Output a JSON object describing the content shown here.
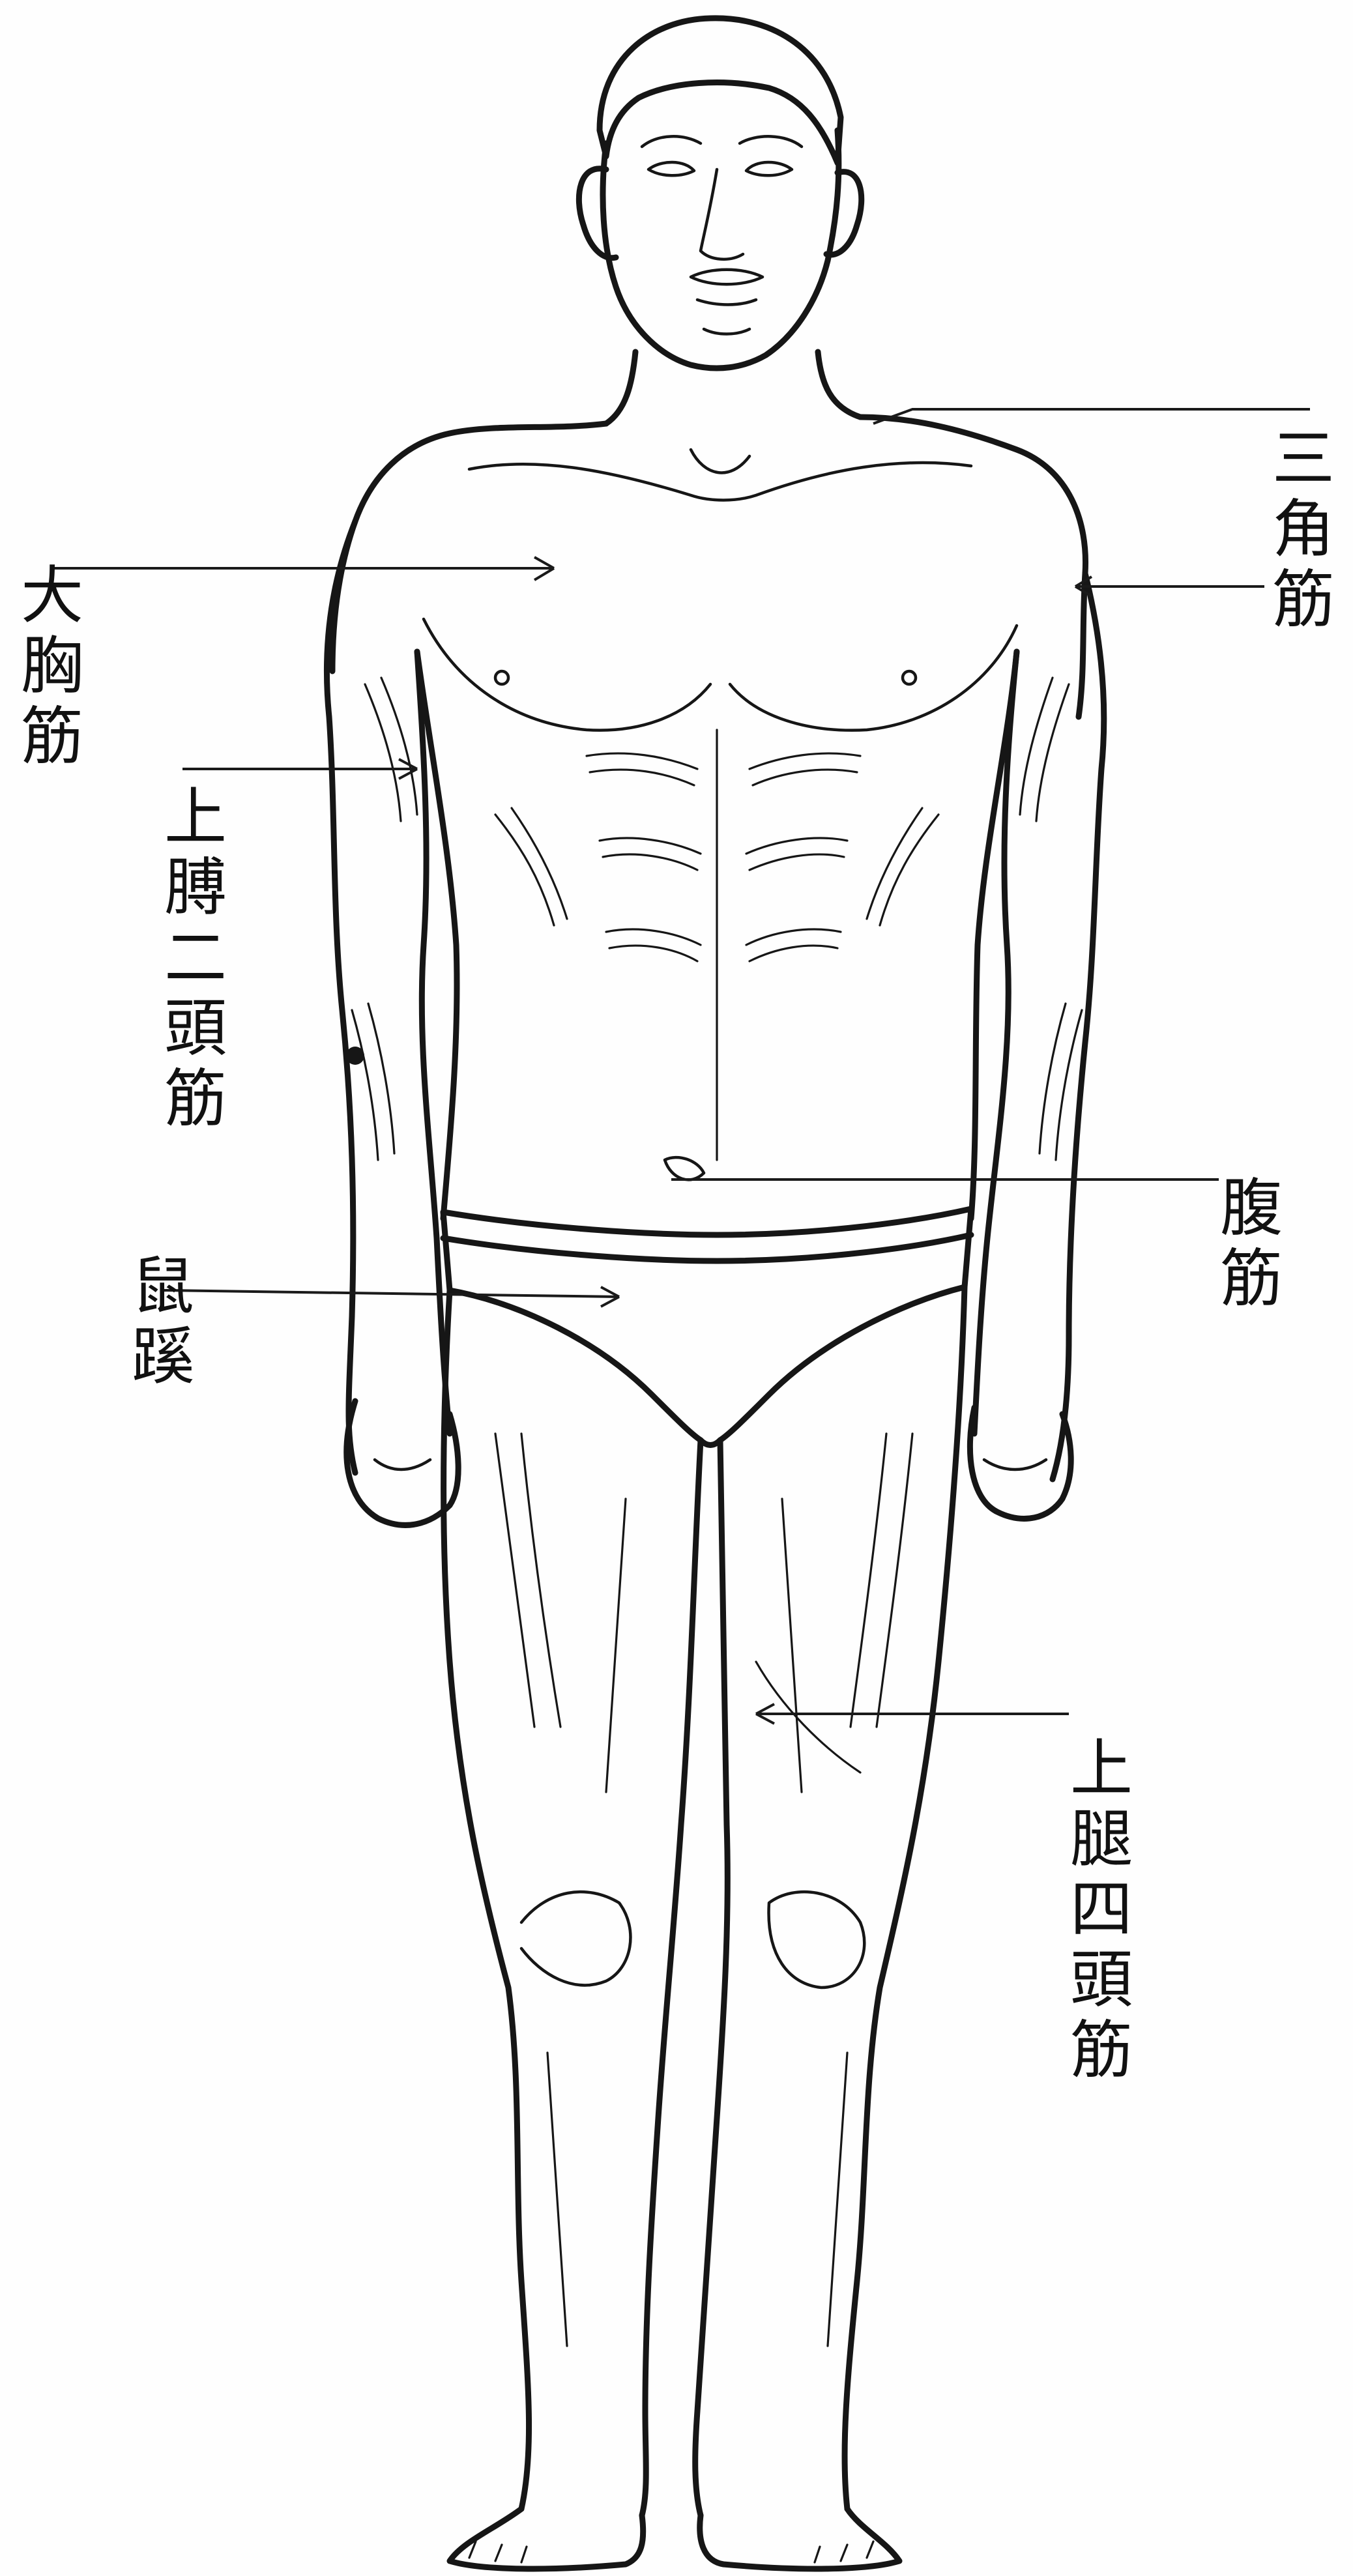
{
  "figure": {
    "subject": "front-view male figure with labeled muscles",
    "ink_color": "#161616",
    "paper_color": "#fefefe"
  },
  "labels": {
    "deltoid": "三角筋",
    "pectoralis_major": "大胸筋",
    "biceps": "上膊二頭筋",
    "abdominal": "腹筋",
    "inguinal": "鼠蹊",
    "quadriceps": "上腿四頭筋"
  }
}
